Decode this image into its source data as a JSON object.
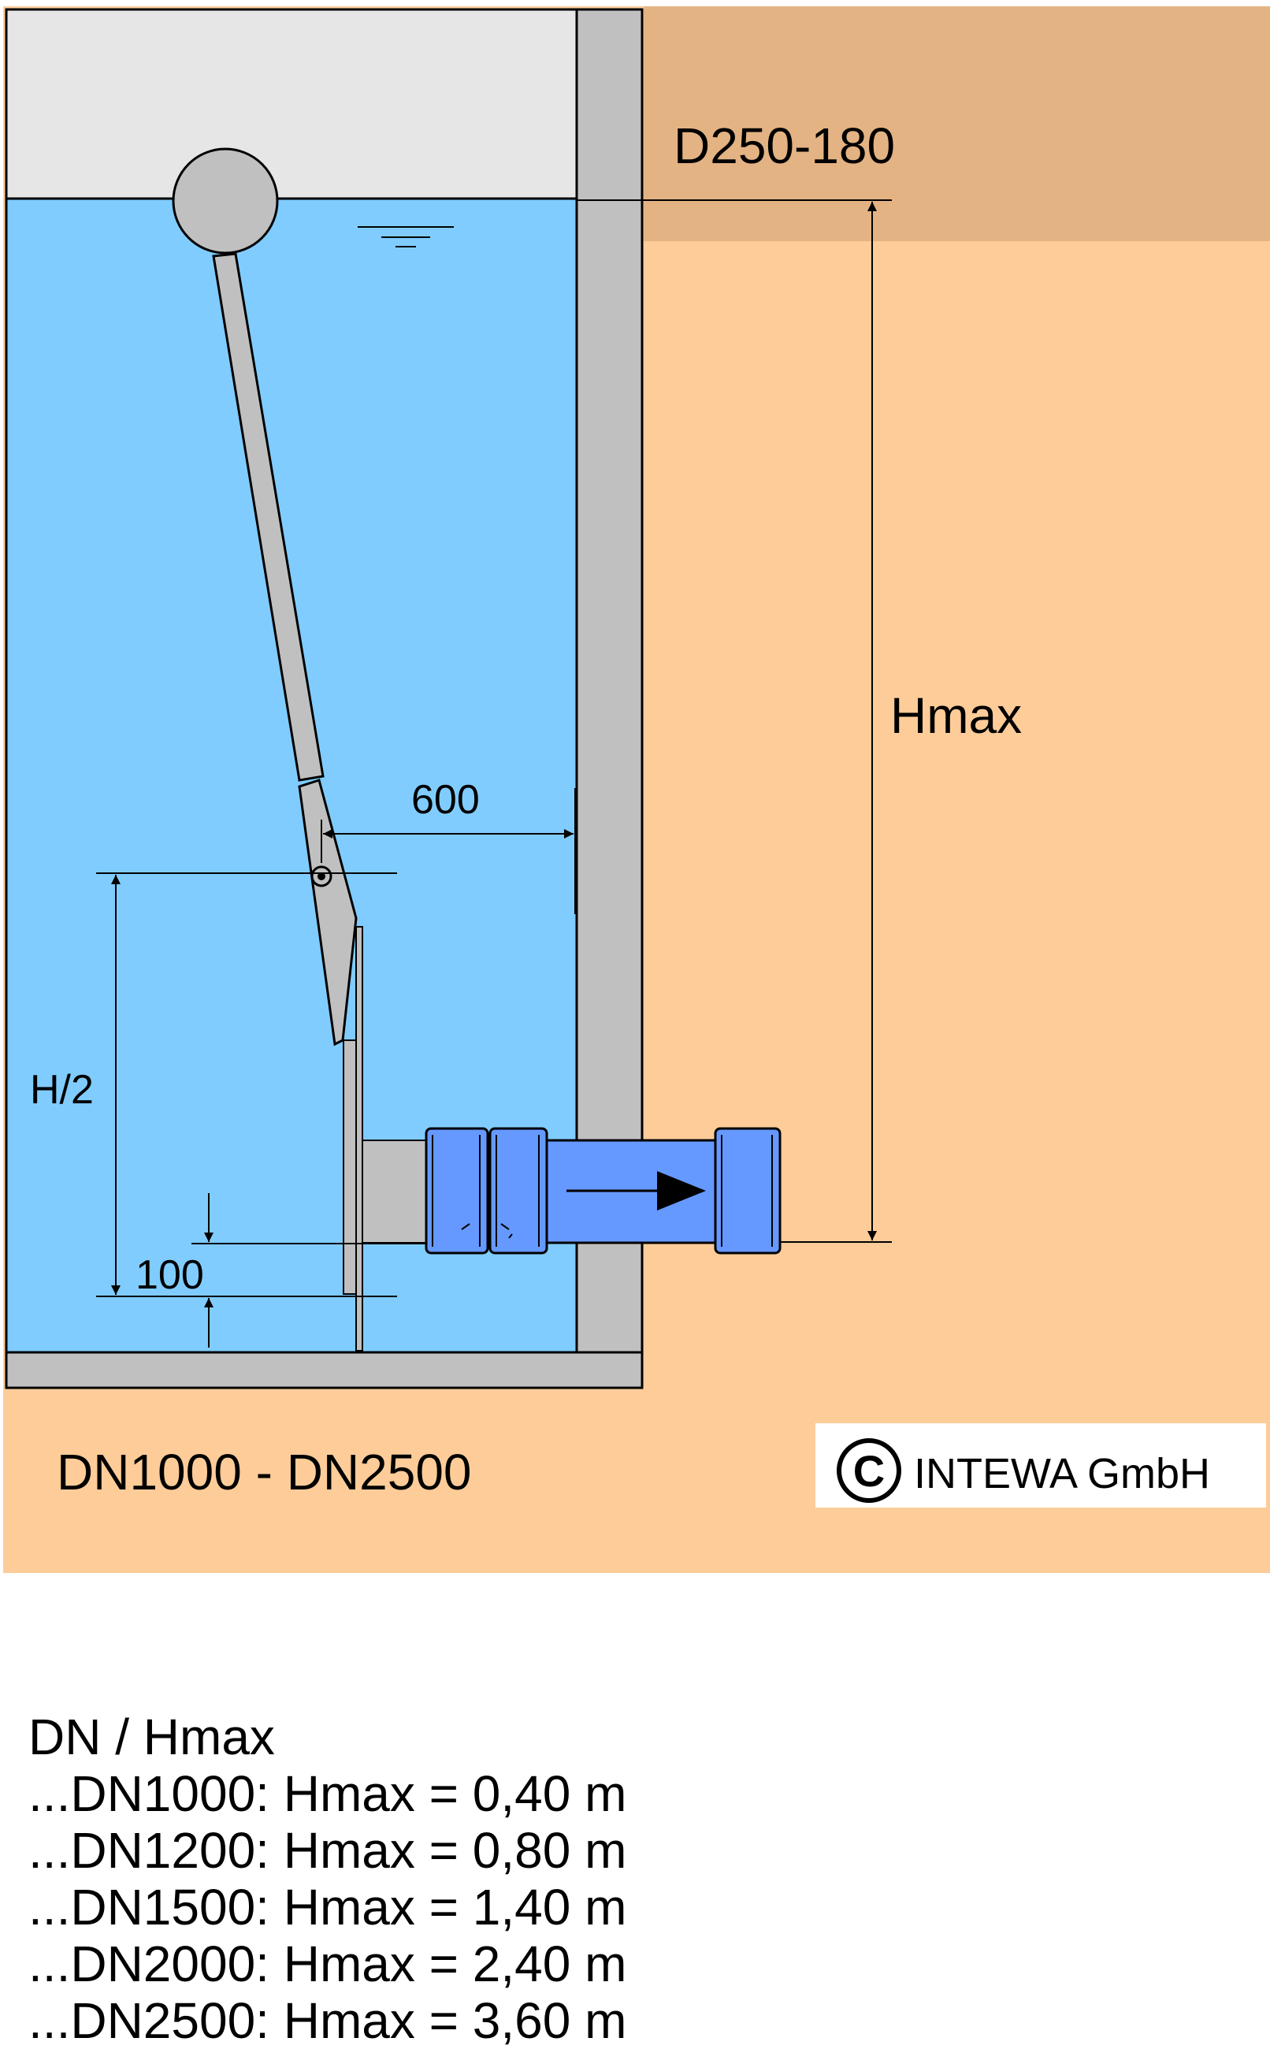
{
  "labels": {
    "cover_class": "D250-180",
    "hmax": "Hmax",
    "offset": "600",
    "half_height": "H/2",
    "bottom_offset": "100",
    "dn_range": "DN1000 - DN2500",
    "copyright_symbol": "C",
    "copyright": "INTEWA GmbH"
  },
  "table": {
    "title": "DN / Hmax",
    "rows": [
      "...DN1000: Hmax = 0,40 m",
      "...DN1200: Hmax = 0,80 m",
      "...DN1500: Hmax = 1,40 m",
      "...DN2000: Hmax = 2,40 m",
      "...DN2500: Hmax = 3,60 m"
    ]
  },
  "colors": {
    "water": "#80ccff",
    "air": "#e6e6e6",
    "concrete": "#c0c0c0",
    "soil": "#fdcc99",
    "topsoil": "#e4b383",
    "pipe": "#6699ff",
    "float": "#c0c0c0"
  },
  "icons": [
    "water-level-icon",
    "flow-arrow-icon",
    "copyright-icon"
  ]
}
